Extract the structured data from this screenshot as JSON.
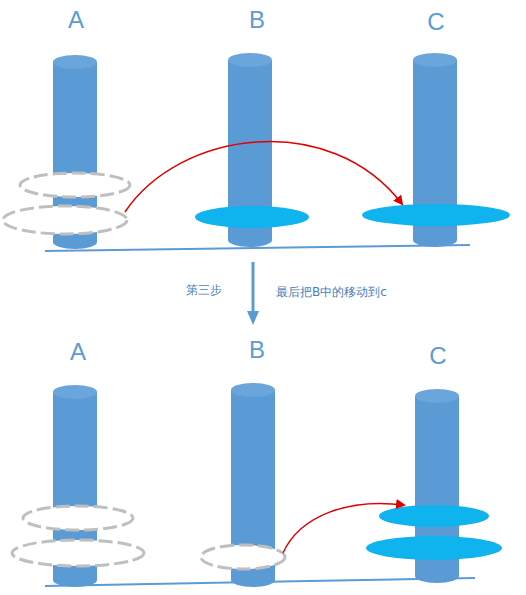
{
  "diagram": {
    "labels": [
      "A",
      "B",
      "C",
      "第三步",
      "最后把B中的移动到c",
      "A",
      "B",
      "C"
    ]
  }
}
